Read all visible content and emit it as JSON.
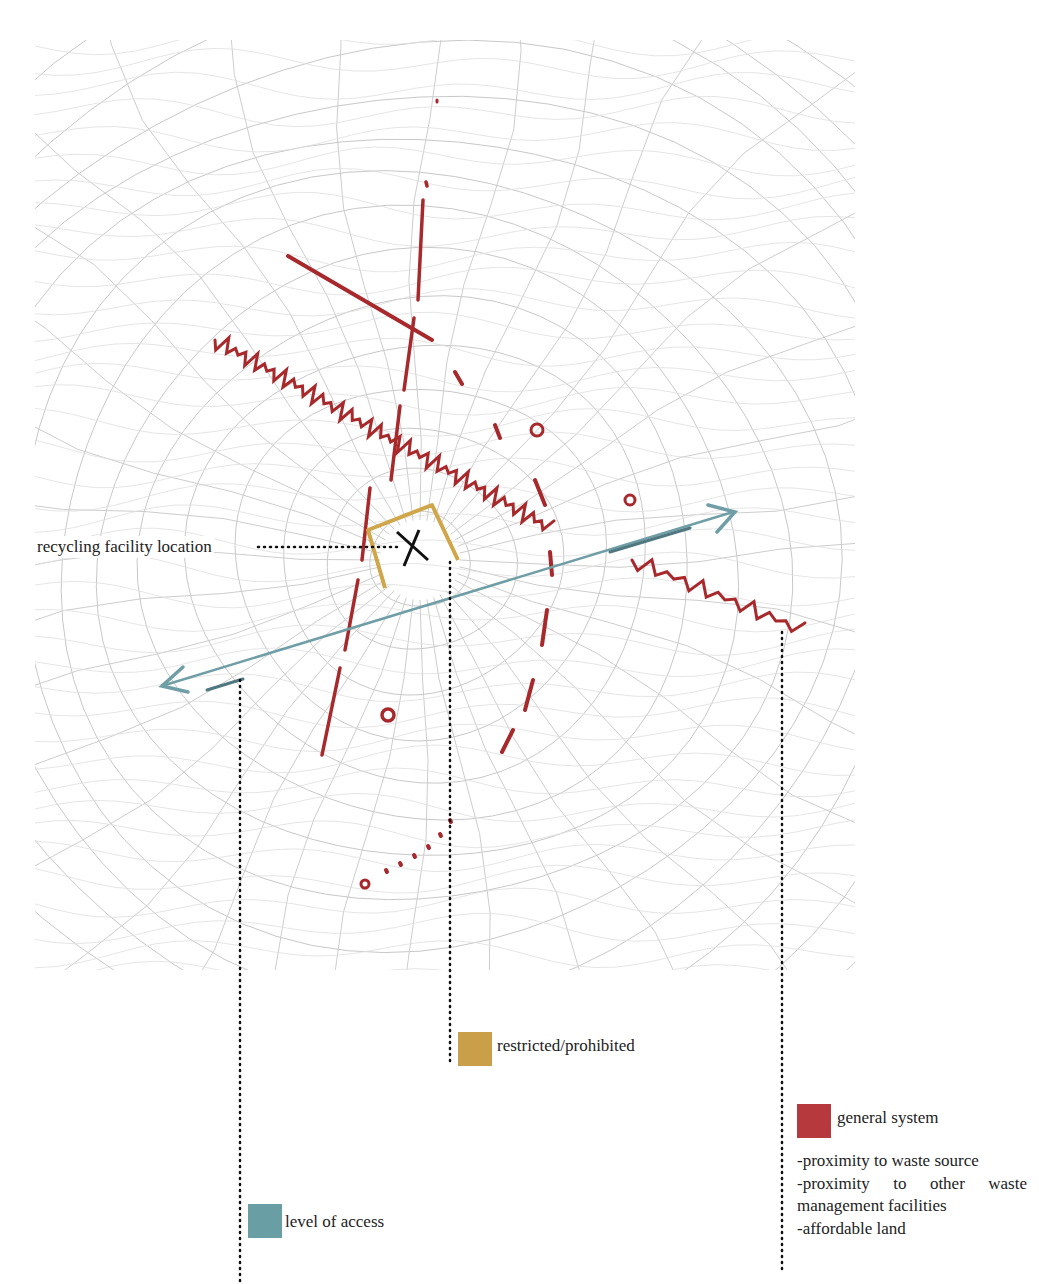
{
  "diagram": {
    "labels": [
      "recycling facility location",
      "-proximity to waste source",
      "-proximity to other waste management facilities",
      "-affordable land"
    ],
    "legend": [
      {
        "text": "restricted/prohibited",
        "color": "#c99f4a"
      },
      {
        "text": "general system",
        "color": "#b5393d"
      },
      {
        "text": "level of access",
        "color": "#6a9ea5"
      }
    ]
  }
}
